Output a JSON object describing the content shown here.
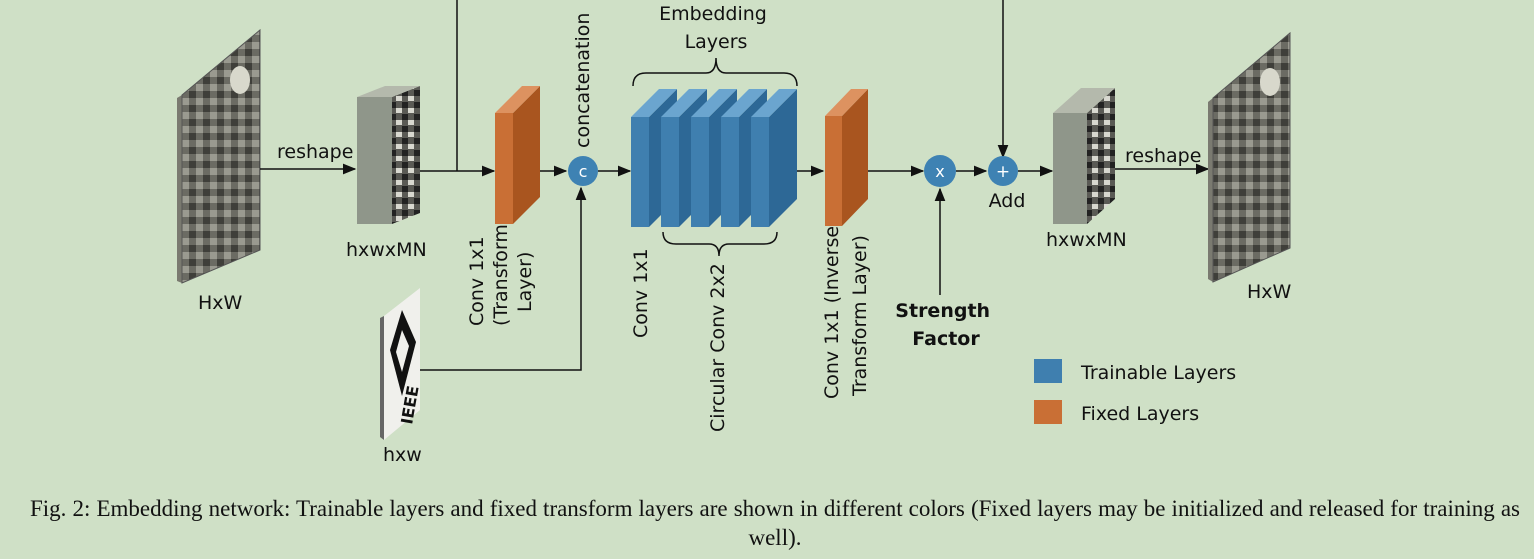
{
  "labels": {
    "embedding_layers": [
      "Embedding",
      "Layers"
    ],
    "reshape_left": "reshape",
    "reshape_right": "reshape",
    "concatenation": "concatenation",
    "concat_symbol": "c",
    "multiply_symbol": "x",
    "add_symbol": "+",
    "add": "Add",
    "input_size": "HxW",
    "reshaped_size_left": "hxwxMN",
    "reshaped_size_right": "hxwxMN",
    "output_size": "HxW",
    "watermark_size": "hxw",
    "watermark_text": "IEEE",
    "conv_transform": [
      "Conv 1x1",
      "(Transform",
      "Layer)"
    ],
    "conv_1x1": "Conv  1x1",
    "circular_conv": "Circular Conv  2x2",
    "conv_inverse": [
      "Conv 1x1 (Inverse",
      "Transform Layer)"
    ],
    "strength_factor": [
      "Strength",
      "Factor"
    ]
  },
  "legend": [
    {
      "label": "Trainable Layers",
      "color": "#3f7faf"
    },
    {
      "label": "Fixed Layers",
      "color": "#c96f35"
    }
  ],
  "colors": {
    "trainable": "#3f7faf",
    "fixed": "#c96f35",
    "operator_circle": "#3e82b3",
    "background": "#cfe0c6"
  },
  "caption": "Fig. 2: Embedding network: Trainable layers and fixed transform layers are shown in different colors (Fixed layers may be initialized and released for training as well)."
}
